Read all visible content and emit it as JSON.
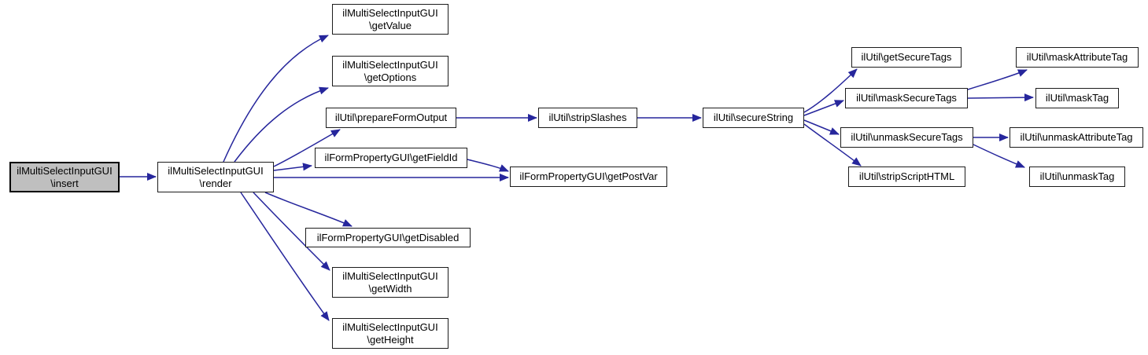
{
  "diagram": {
    "kind": "call-graph",
    "background_color": "#ffffff",
    "edge_color": "#26269c",
    "node_fill": "#ffffff",
    "node_border_color": "#1c1c1c",
    "highlight_node_fill": "#bfbfbf",
    "text_color": "#000000"
  },
  "nodes": {
    "insert": {
      "label": "ilMultiSelectInputGUI\n\\insert",
      "highlighted": true
    },
    "render": {
      "label": "ilMultiSelectInputGUI\n\\render"
    },
    "getValue": {
      "label": "ilMultiSelectInputGUI\n\\getValue"
    },
    "getOptions": {
      "label": "ilMultiSelectInputGUI\n\\getOptions"
    },
    "prepareFormOutput": {
      "label": "ilUtil\\prepareFormOutput"
    },
    "getFieldId": {
      "label": "ilFormPropertyGUI\\getFieldId"
    },
    "getPostVar": {
      "label": "ilFormPropertyGUI\\getPostVar"
    },
    "getDisabled": {
      "label": "ilFormPropertyGUI\\getDisabled"
    },
    "getWidth": {
      "label": "ilMultiSelectInputGUI\n\\getWidth"
    },
    "getHeight": {
      "label": "ilMultiSelectInputGUI\n\\getHeight"
    },
    "stripSlashes": {
      "label": "ilUtil\\stripSlashes"
    },
    "secureString": {
      "label": "ilUtil\\secureString"
    },
    "getSecureTags": {
      "label": "ilUtil\\getSecureTags"
    },
    "maskSecureTags": {
      "label": "ilUtil\\maskSecureTags"
    },
    "unmaskSecureTags": {
      "label": "ilUtil\\unmaskSecureTags"
    },
    "stripScriptHTML": {
      "label": "ilUtil\\stripScriptHTML"
    },
    "maskAttributeTag": {
      "label": "ilUtil\\maskAttributeTag"
    },
    "maskTag": {
      "label": "ilUtil\\maskTag"
    },
    "unmaskAttributeTag": {
      "label": "ilUtil\\unmaskAttributeTag"
    },
    "unmaskTag": {
      "label": "ilUtil\\unmaskTag"
    }
  },
  "edges": [
    {
      "from": "insert",
      "to": "render"
    },
    {
      "from": "render",
      "to": "getValue"
    },
    {
      "from": "render",
      "to": "getOptions"
    },
    {
      "from": "render",
      "to": "prepareFormOutput"
    },
    {
      "from": "render",
      "to": "getFieldId"
    },
    {
      "from": "render",
      "to": "getPostVar"
    },
    {
      "from": "render",
      "to": "getDisabled"
    },
    {
      "from": "render",
      "to": "getWidth"
    },
    {
      "from": "render",
      "to": "getHeight"
    },
    {
      "from": "getFieldId",
      "to": "getPostVar"
    },
    {
      "from": "prepareFormOutput",
      "to": "stripSlashes"
    },
    {
      "from": "stripSlashes",
      "to": "secureString"
    },
    {
      "from": "secureString",
      "to": "getSecureTags"
    },
    {
      "from": "secureString",
      "to": "maskSecureTags"
    },
    {
      "from": "secureString",
      "to": "unmaskSecureTags"
    },
    {
      "from": "secureString",
      "to": "stripScriptHTML"
    },
    {
      "from": "maskSecureTags",
      "to": "maskAttributeTag"
    },
    {
      "from": "maskSecureTags",
      "to": "maskTag"
    },
    {
      "from": "unmaskSecureTags",
      "to": "unmaskAttributeTag"
    },
    {
      "from": "unmaskSecureTags",
      "to": "unmaskTag"
    }
  ]
}
